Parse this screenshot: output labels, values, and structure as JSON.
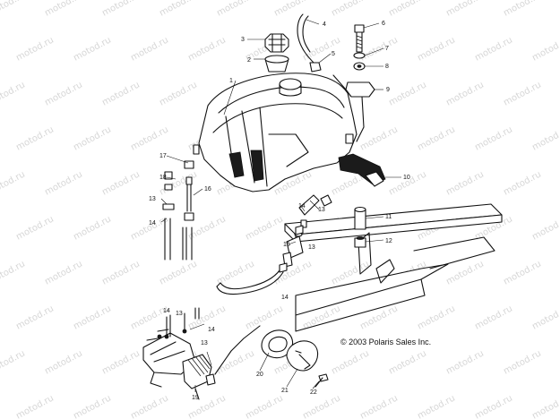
{
  "watermark": "motod.ru",
  "copyright": "© 2003 Polaris Sales Inc.",
  "callouts": [
    "1",
    "2",
    "3",
    "4",
    "5",
    "6",
    "7",
    "8",
    "9",
    "10",
    "11",
    "12",
    "13",
    "13",
    "13",
    "13",
    "13",
    "14",
    "14",
    "14",
    "14",
    "14",
    "15",
    "16",
    "17",
    "18",
    "19",
    "20",
    "21",
    "22"
  ]
}
